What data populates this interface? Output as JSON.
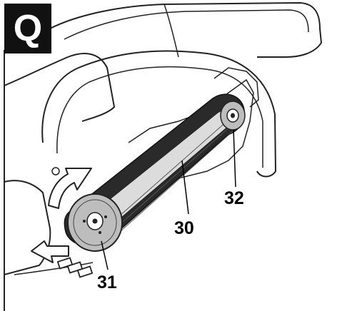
{
  "figure": {
    "badge": "Q",
    "callouts": {
      "belt": "30",
      "front_pulley": "31",
      "rear_pulley": "32"
    }
  },
  "colors": {
    "badge_background": "#111111",
    "badge_text": "#ffffff",
    "line_art": "#222222",
    "pulley_fill": "#bdbdbd",
    "belt_fill": "#2a2a2a"
  },
  "icons": [
    "insert-arrow-icon",
    "rotation-arrow-icon"
  ]
}
